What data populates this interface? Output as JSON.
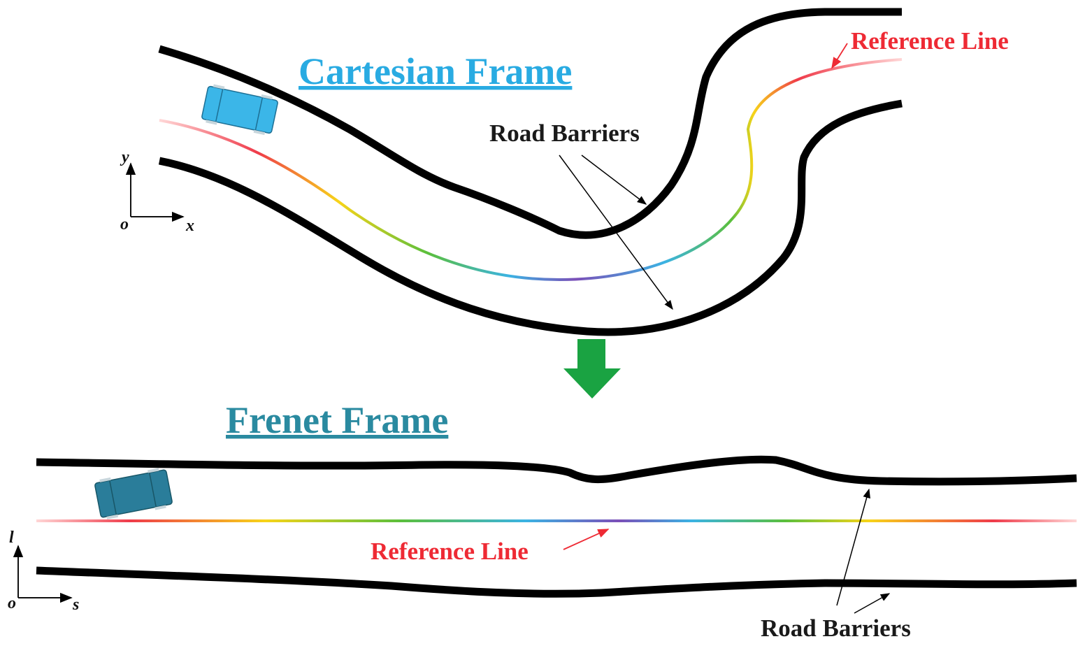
{
  "cartesian": {
    "title": "Cartesian Frame",
    "road_barriers_label": "Road Barriers",
    "reference_line_label": "Reference Line",
    "axis": {
      "origin": "o",
      "horizontal": "x",
      "vertical": "y"
    }
  },
  "frenet": {
    "title": "Frenet Frame",
    "road_barriers_label": "Road Barriers",
    "reference_line_label": "Reference Line",
    "axis": {
      "origin": "o",
      "horizontal": "s",
      "vertical": "l"
    }
  },
  "colors": {
    "cartesian_title": "#29abe2",
    "frenet_title": "#2a8aa0",
    "reference_label": "#ee2a34",
    "barrier": "#000000",
    "transform_arrow": "#1aa342",
    "car_cartesian": "#3bb6e8",
    "car_frenet": "#2a7d9a"
  },
  "icons": {
    "car_cartesian": "car-icon",
    "car_frenet": "car-icon",
    "transform_arrow": "down-arrow-icon"
  }
}
